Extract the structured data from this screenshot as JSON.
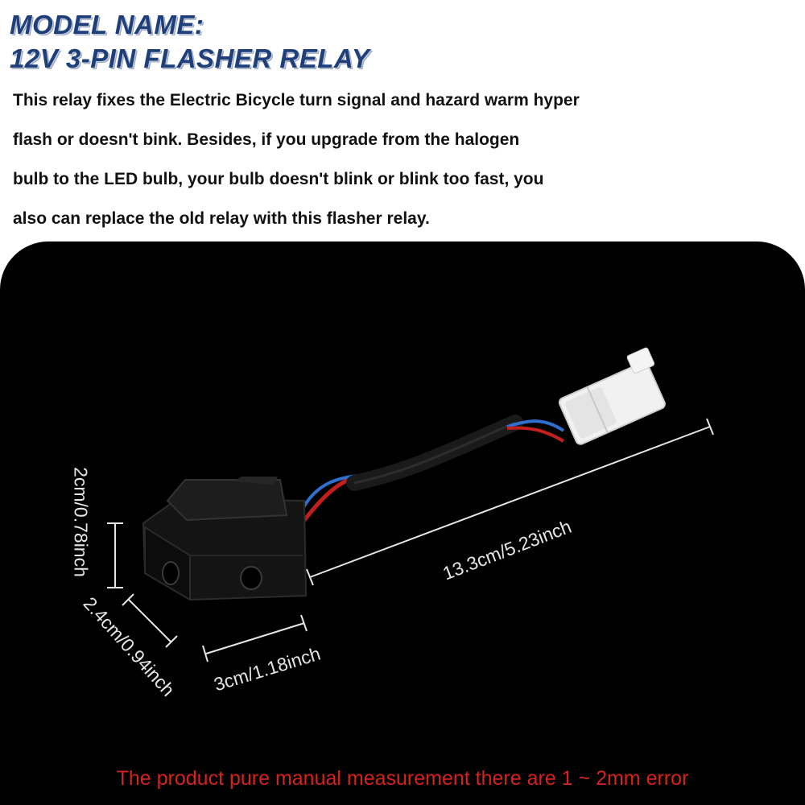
{
  "header": {
    "model_label": "MODEL NAME:",
    "model_name": "12V 3-PIN FLASHER RELAY"
  },
  "description": {
    "lines": [
      "This relay fixes the Electric Bicycle turn signal and hazard warm hyper",
      "flash or doesn't bink. Besides, if you upgrade from the halogen",
      "bulb to the LED bulb, your bulb doesn't blink or blink too fast, you",
      "also can replace the old relay with this flasher relay."
    ]
  },
  "dimensions": {
    "height": "2cm/0.78inch",
    "depth": "2.4cm/0.94inch",
    "width": "3cm/1.18inch",
    "length": "13.3cm/5.23inch"
  },
  "note": "The product pure manual measurement there are 1 ~ 2mm error",
  "colors": {
    "title": "#1f3f7a",
    "note": "#d6221c",
    "panel": "#000000",
    "wire_red": "#c41f1f",
    "wire_blue": "#2f6fd0"
  }
}
